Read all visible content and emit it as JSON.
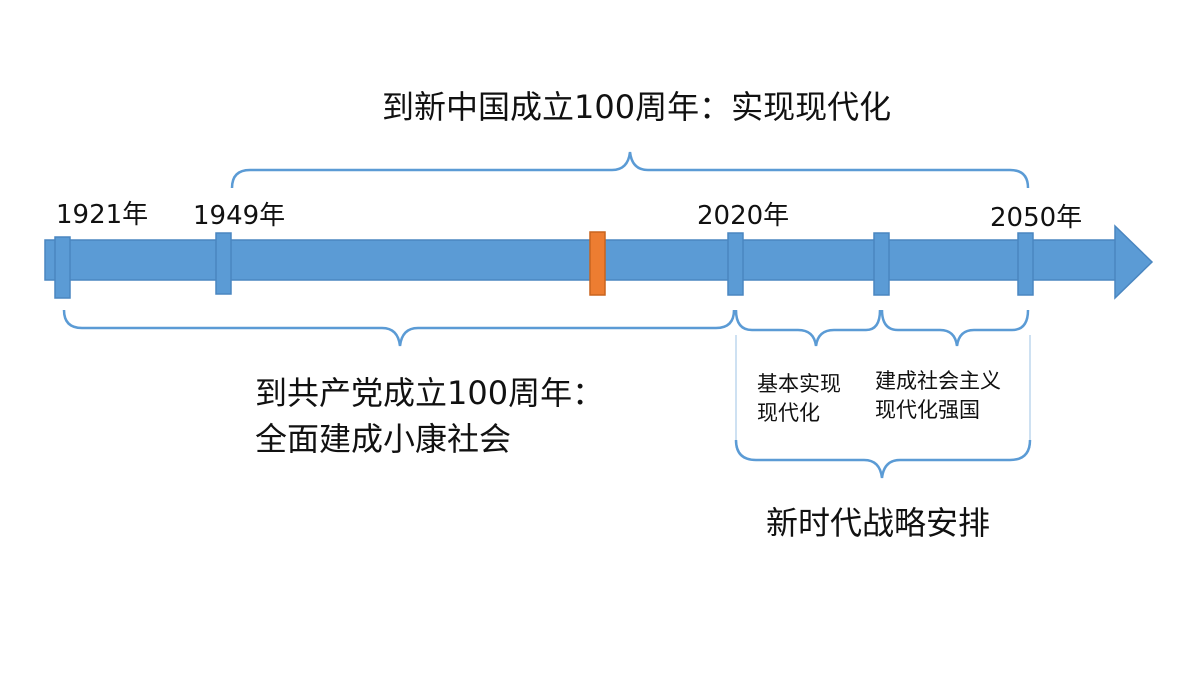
{
  "colors": {
    "axis": "#5b9bd5",
    "axis_stroke": "#4a86c0",
    "marker": "#5b9bd5",
    "highlight": "#ed7d31",
    "brace": "#5b9bd5"
  },
  "years": {
    "y1921": "1921年",
    "y1949": "1949年",
    "y2020": "2020年",
    "y2050": "2050年"
  },
  "top_label": "到新中国成立100周年：实现现代化",
  "bottom_label": {
    "line1": "到共产党成立100周年：",
    "line2": "全面建成小康社会"
  },
  "stage1": {
    "line1": "基本实现",
    "line2": "现代化"
  },
  "stage2": {
    "line1": "建成社会主义",
    "line2": "现代化强国"
  },
  "new_era": "新时代战略安排"
}
